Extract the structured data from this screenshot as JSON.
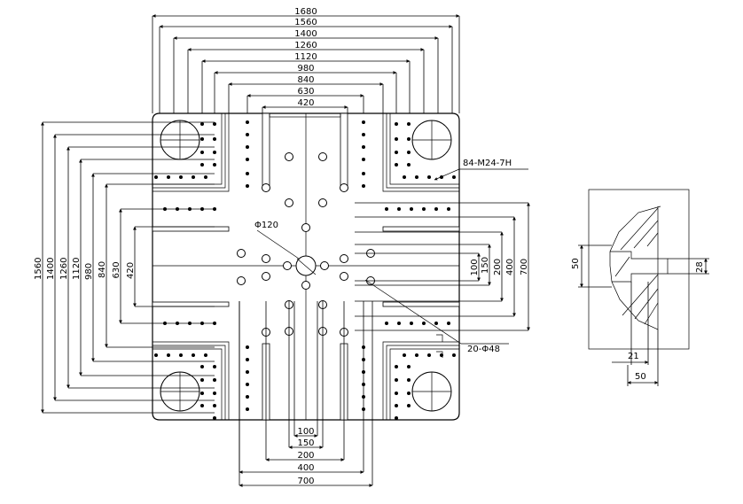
{
  "top_dims": [
    "1680",
    "1560",
    "1400",
    "1260",
    "1120",
    "980",
    "840",
    "630",
    "420"
  ],
  "left_dims": [
    "1560",
    "1400",
    "1260",
    "1120",
    "980",
    "840",
    "630",
    "420"
  ],
  "right_dims": [
    "100",
    "150",
    "200",
    "400",
    "700"
  ],
  "bottom_dims": [
    "100",
    "150",
    "200",
    "400",
    "700"
  ],
  "callouts": {
    "thread": "84-M24-7H",
    "center_hole": "Φ120",
    "holes": "20-Φ48"
  },
  "slot_detail": {
    "width": "50",
    "neck": "28",
    "depth": "21",
    "bottom": "50"
  }
}
